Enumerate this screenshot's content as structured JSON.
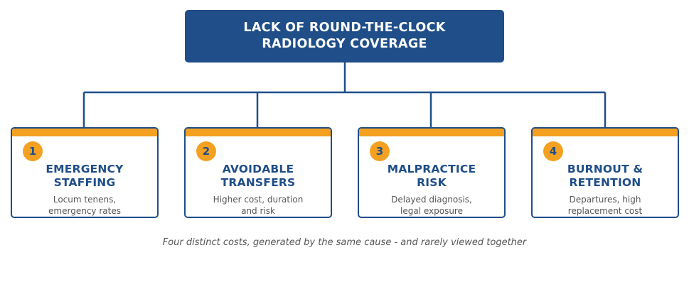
{
  "root": {
    "title": "LACK OF ROUND-THE-CLOCK\nRADIOLOGY COVERAGE"
  },
  "cards": [
    {
      "number": "1",
      "title": "EMERGENCY\nSTAFFING",
      "description": "Locum tenens,\nemergency rates"
    },
    {
      "number": "2",
      "title": "AVOIDABLE\nTRANSFERS",
      "description": "Higher cost, duration\nand risk"
    },
    {
      "number": "3",
      "title": "MALPRACTICE\nRISK",
      "description": "Delayed diagnosis,\nlegal exposure"
    },
    {
      "number": "4",
      "title": "BURNOUT &\nRETENTION",
      "description": "Departures, high\nreplacement cost"
    }
  ],
  "caption": "Four distinct costs, generated by the same cause - and rarely viewed together",
  "colors": {
    "primary": "#1f4e89",
    "accent": "#f4a021",
    "text_muted": "#555555"
  }
}
